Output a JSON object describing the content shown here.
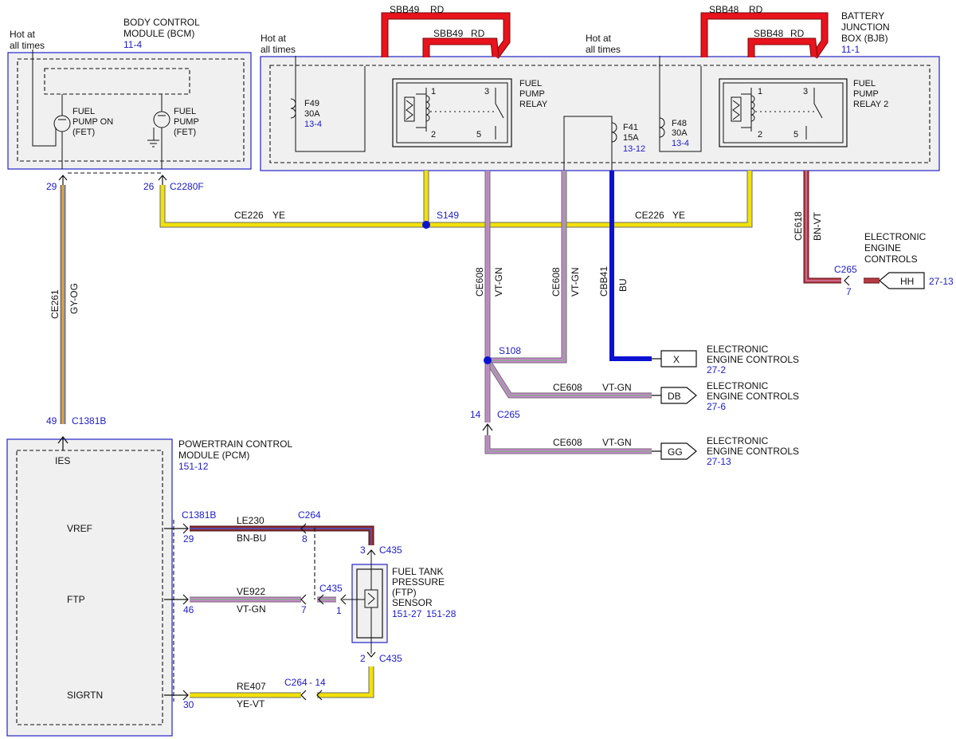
{
  "colors": {
    "RD": "#e8131c",
    "YE": "#f1e20a",
    "VT": "#cf86d6",
    "GN": "#7fae7f",
    "BU": "#0b12d2",
    "BN": "#9b2b2b",
    "GY": "#8e8e8e",
    "OG": "#e9a33a",
    "frame": "#2323c9",
    "ref": "#1b1bd1"
  },
  "bcm": {
    "hot": [
      "Hot at",
      "all times"
    ],
    "title": [
      "BODY CONTROL",
      "MODULE (BCM)"
    ],
    "ref": "11-4",
    "pump_on": [
      "FUEL",
      "PUMP ON",
      "(FET)"
    ],
    "pump": [
      "FUEL",
      "PUMP",
      "(FET)"
    ],
    "pin29": "29",
    "pin26": "26",
    "conn": "C2280F"
  },
  "bjb": {
    "hot1": [
      "Hot at",
      "all times"
    ],
    "hot2": [
      "Hot at",
      "all times"
    ],
    "title": [
      "BATTERY",
      "JUNCTION",
      "BOX (BJB)"
    ],
    "ref": "11-1",
    "f49": [
      "F49",
      "30A"
    ],
    "f49_ref": "13-4",
    "f48": [
      "F48",
      "30A"
    ],
    "f48_ref": "13-4",
    "f41": [
      "F41",
      "15A"
    ],
    "f41_ref": "13-12",
    "relay1": [
      "FUEL",
      "PUMP",
      "RELAY"
    ],
    "relay2": [
      "FUEL",
      "PUMP",
      "RELAY 2"
    ],
    "sbb49": "SBB49",
    "sbb48": "SBB48",
    "rd": "RD",
    "p1": "1",
    "p2": "2",
    "p3": "3",
    "p5": "5"
  },
  "wires": {
    "ce226": "CE226",
    "ye": "YE",
    "s149": "S149",
    "ce261": "CE261",
    "gyog": "GY-OG",
    "ce608": "CE608",
    "vtgn": "VT-GN",
    "cbb41": "CBB41",
    "bu": "BU",
    "ce618": "CE618",
    "bnvt": "BN-VT",
    "s108": "S108"
  },
  "eec": {
    "title": [
      "ELECTRONIC",
      "ENGINE",
      "CONTROLS"
    ],
    "c265": "C265",
    "pin7": "7",
    "hh": "HH",
    "hh_ref": "27-13",
    "x_title": [
      "ELECTRONIC",
      "ENGINE CONTROLS"
    ],
    "x": "X",
    "x_ref": "27-2",
    "db_title": [
      "ELECTRONIC",
      "ENGINE CONTROLS"
    ],
    "db": "DB",
    "db_ref": "27-6",
    "gg_title": [
      "ELECTRONIC",
      "ENGINE CONTROLS"
    ],
    "gg": "GG",
    "gg_ref": "27-13",
    "pin14": "14",
    "c265b": "C265"
  },
  "pcm": {
    "pin49": "49",
    "conn": "C1381B",
    "title": [
      "POWERTRAIN CONTROL",
      "MODULE (PCM)"
    ],
    "ref": "151-12",
    "ies": "IES",
    "vref": "VREF",
    "ftp": "FTP",
    "sigrtn": "SIGRTN",
    "conn2": "C1381B",
    "pin29": "29",
    "pin46": "46",
    "pin30": "30"
  },
  "ftp": {
    "le230": "LE230",
    "bnbu": "BN-BU",
    "c264": "C264",
    "pin8": "8",
    "ve922": "VE922",
    "vtgn": "VT-GN",
    "pin7": "7",
    "c435": "C435",
    "pin1": "1",
    "re407": "RE407",
    "yevt": "YE-VT",
    "c264b": "C264",
    "dash14": "- 14",
    "pin3": "3",
    "c435a": "C435",
    "pin2": "2",
    "c435b": "C435",
    "title": [
      "FUEL TANK",
      "PRESSURE",
      "(FTP)",
      "SENSOR"
    ],
    "ref1": "151-27",
    "ref2": "151-28"
  }
}
